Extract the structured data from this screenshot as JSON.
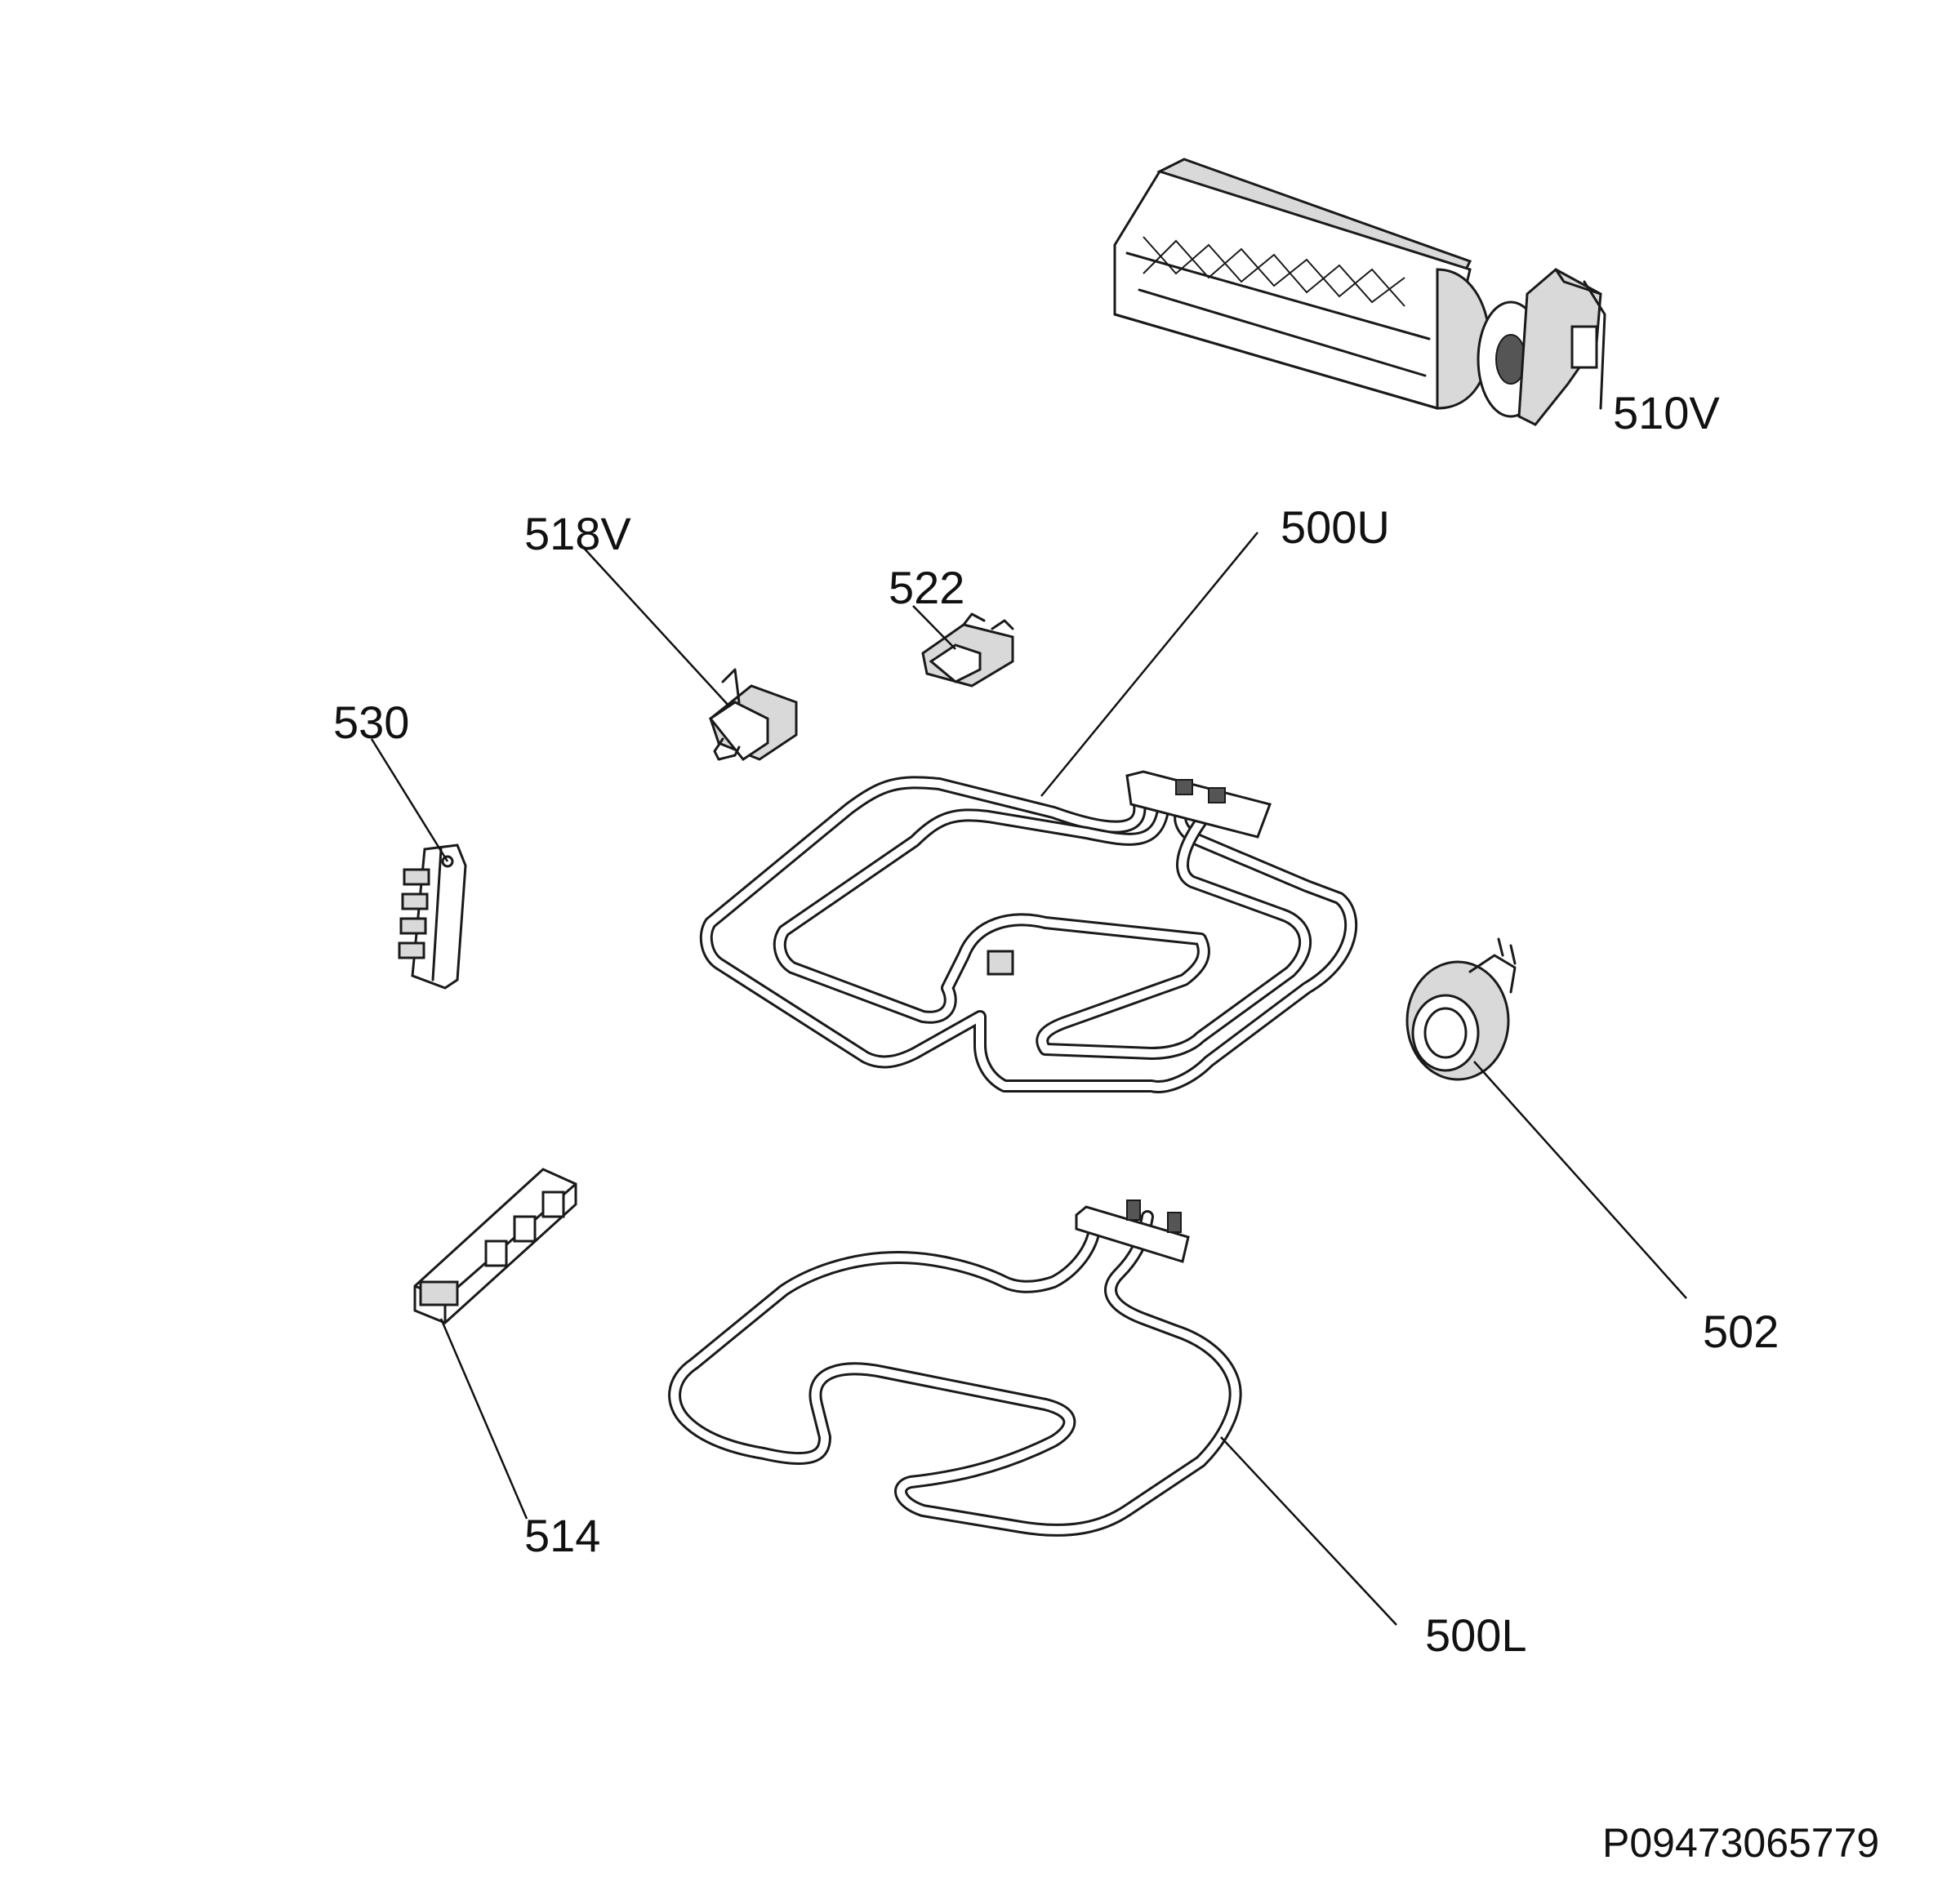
{
  "labels": {
    "fan_motor": "510V",
    "thermostat_518": "518V",
    "thermostat_522": "522",
    "upper_element": "500U",
    "terminal_block": "530",
    "regulator": "502",
    "switch": "514",
    "lower_element": "500L"
  },
  "document_number": "P09473065779"
}
